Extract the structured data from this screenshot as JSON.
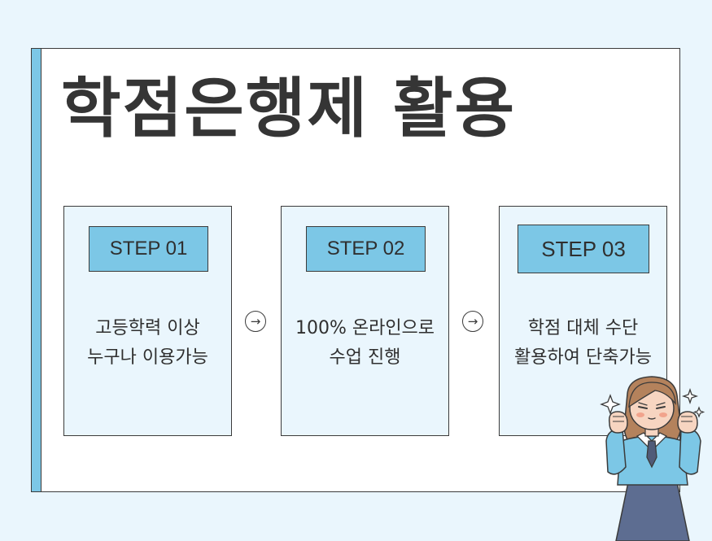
{
  "title": "학점은행제 활용",
  "colors": {
    "background": "#eaf6fd",
    "accent": "#7cc7e6",
    "outline": "#3b3b3b"
  },
  "steps": [
    {
      "label": "STEP 01",
      "line1": "고등학력 이상",
      "line2": "누구나 이용가능"
    },
    {
      "label": "STEP 02",
      "line1": "100% 온라인으로",
      "line2": "수업 진행"
    },
    {
      "label": "STEP 03",
      "line1": "학점 대체 수단",
      "line2": "활용하여  단축가능"
    }
  ],
  "arrow_glyph": "→",
  "illustration": "cheering-student-girl"
}
